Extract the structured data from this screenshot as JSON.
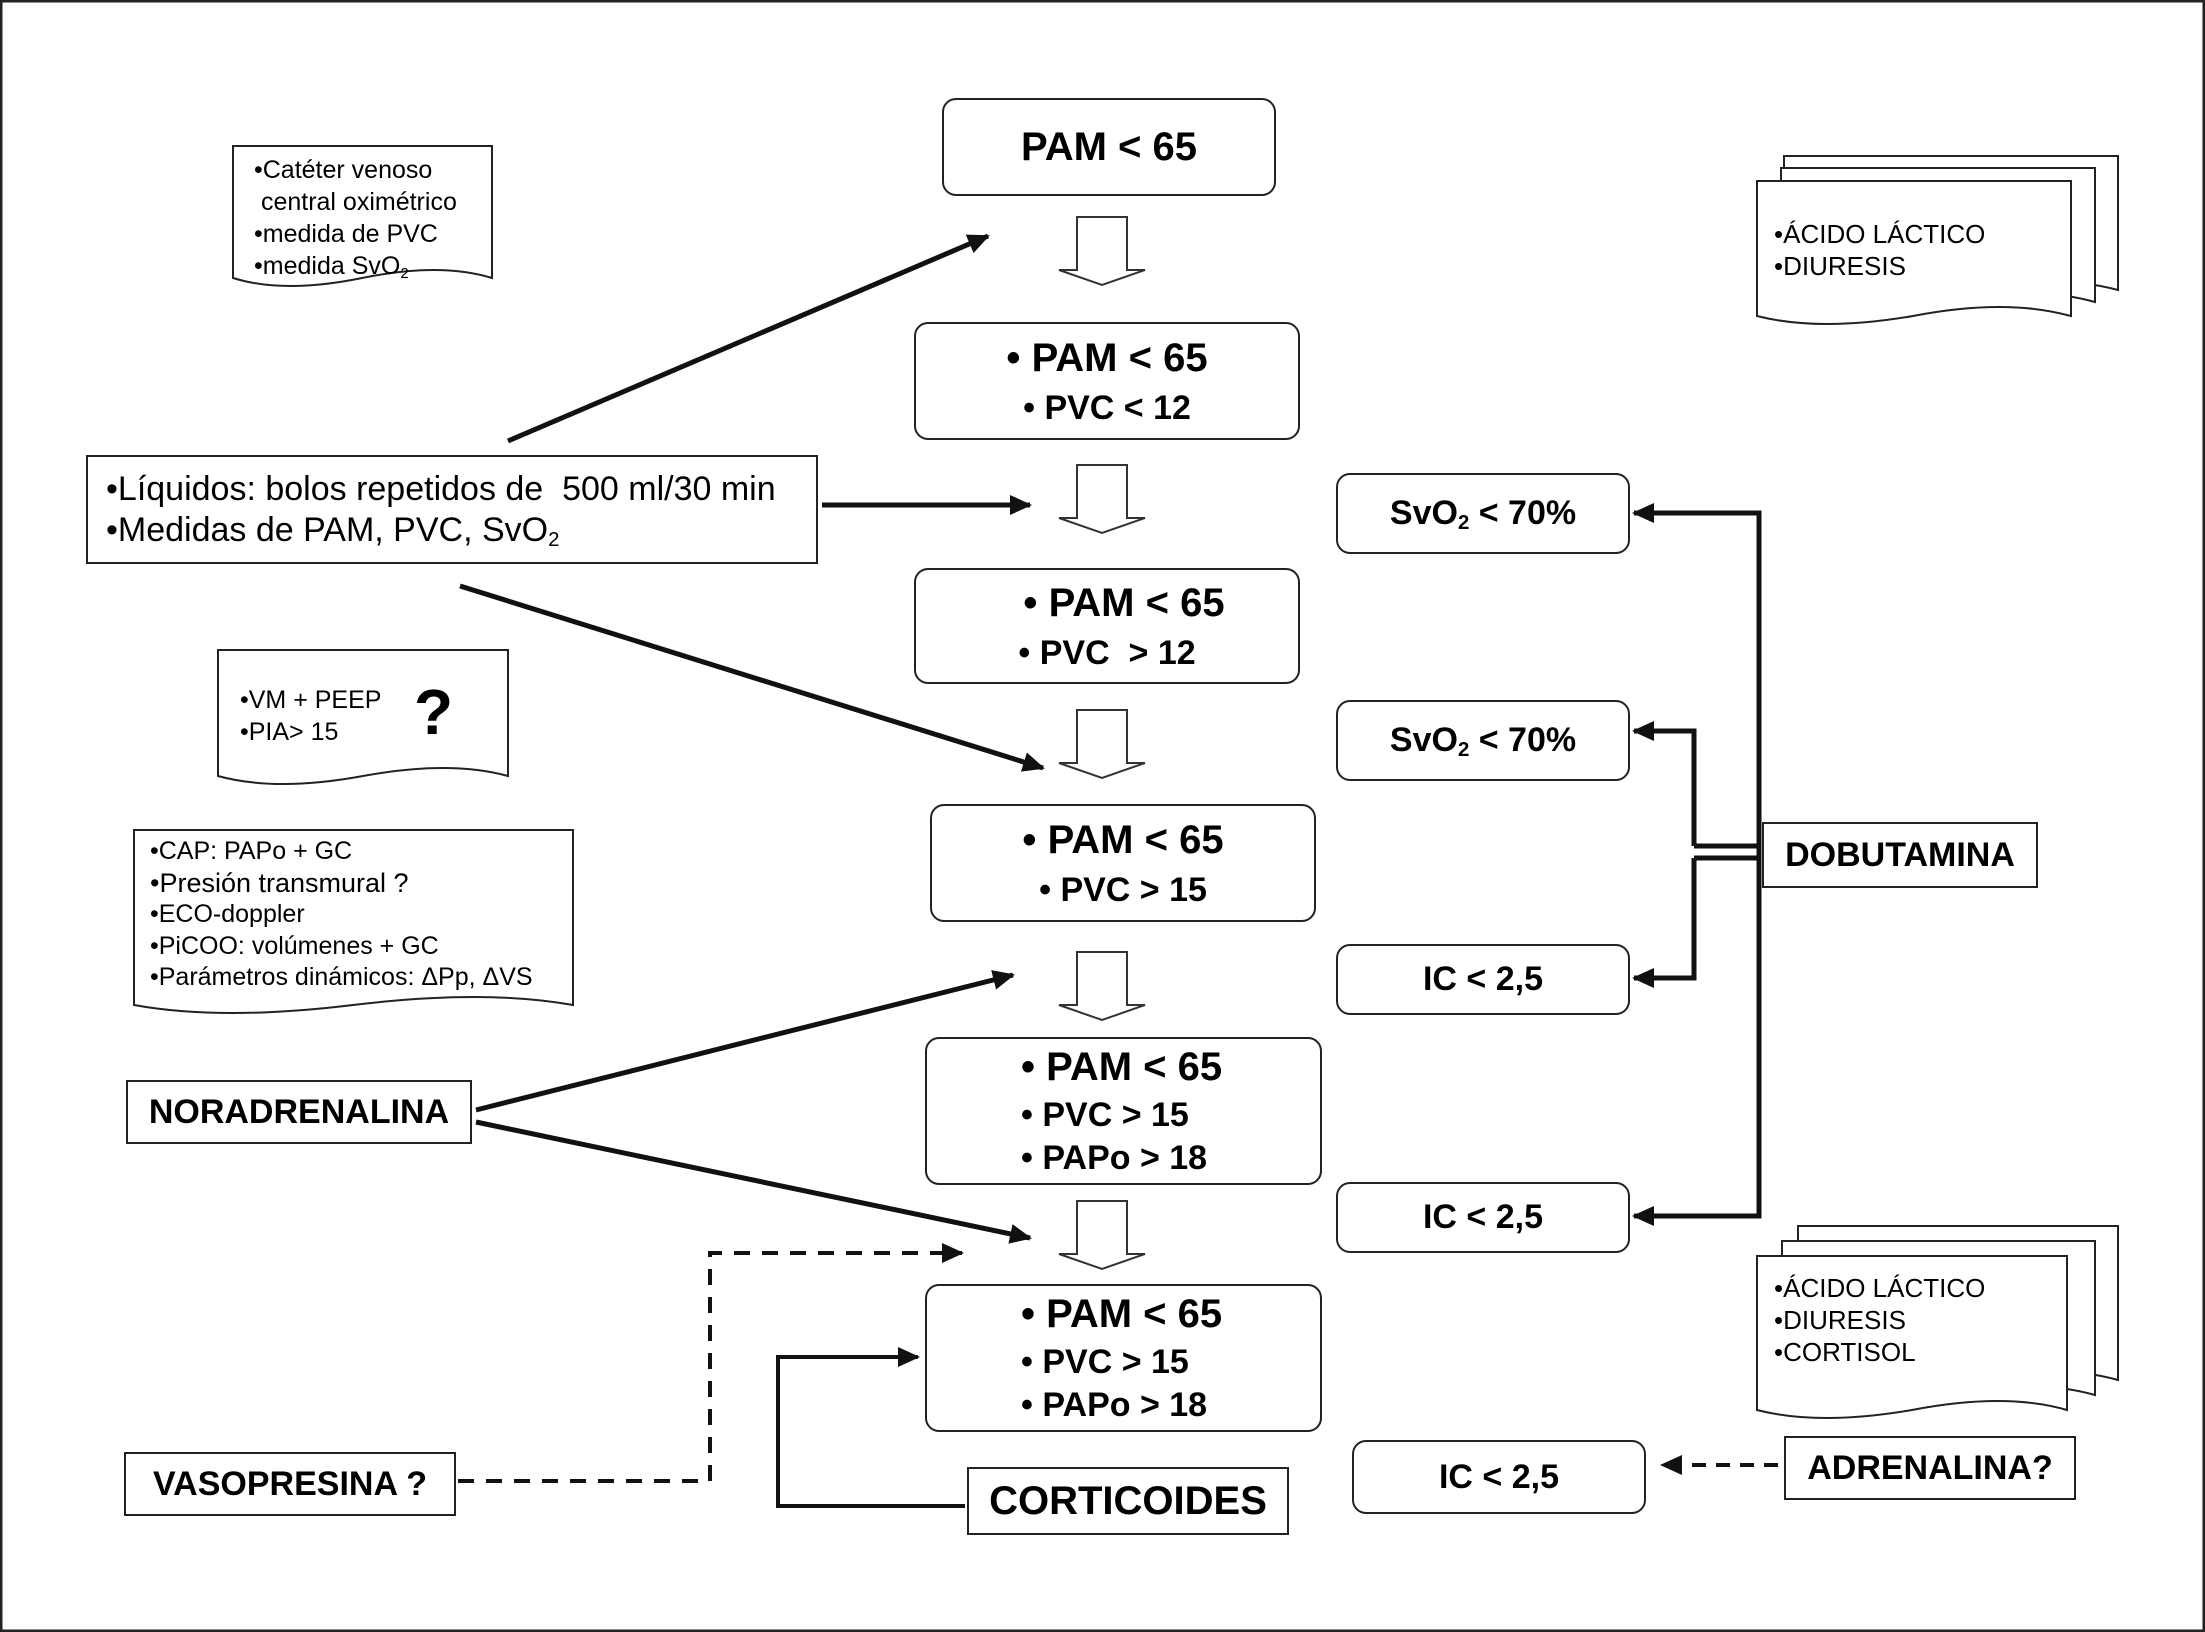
{
  "flow": {
    "step1": {
      "pam": "PAM < 65"
    },
    "step2": {
      "pam": "PAM < 65",
      "pvc": "PVC < 12"
    },
    "step3": {
      "pam": "PAM < 65",
      "pvc": "PVC  > 12"
    },
    "step4": {
      "pam": "PAM < 65",
      "pvc": "PVC > 15"
    },
    "step5": {
      "pam": "PAM < 65",
      "pvc": "PVC > 15",
      "papo": "PAPo > 18"
    },
    "step6": {
      "pam": "PAM < 65",
      "pvc": "PVC > 15",
      "papo": "PAPo > 18"
    }
  },
  "notes": {
    "cateter": [
      "•Catéter venoso",
      " central oximétrico",
      "•medida de PVC",
      "•medida SvO",
      "2"
    ],
    "liquidos": [
      "•Líquidos: bolos repetidos de  500 ml/30 min",
      "•Medidas de PAM, PVC, SvO",
      "2"
    ],
    "vm": [
      "•VM + PEEP",
      "•PIA> 15",
      "?"
    ],
    "cap": [
      "•CAP: PAPo + GC",
      "•Presión transmural ?",
      "•ECO-doppler",
      "•PiCOO: volúmenes + GC",
      "•Parámetros dinámicos: ΔPp, ΔVS"
    ],
    "labs_top": [
      "•ÁCIDO LÁCTICO",
      "•DIURESIS"
    ],
    "labs_bottom": [
      "•ÁCIDO LÁCTICO",
      "•DIURESIS",
      "•CORTISOL"
    ]
  },
  "drugs": {
    "noradrenalina": "NORADRENALINA",
    "vasopresina": "VASOPRESINA ?",
    "corticoides": "CORTICOIDES",
    "dobutamina": "DOBUTAMINA",
    "adrenalina": "ADRENALINA?"
  },
  "targets": {
    "svo2_1": [
      "SvO",
      "2",
      " < 70%"
    ],
    "svo2_2": [
      "SvO",
      "2",
      " < 70%"
    ],
    "ic_1": "IC < 2,5",
    "ic_2": "IC < 2,5",
    "ic_3": "IC < 2,5"
  },
  "bullet": "•"
}
